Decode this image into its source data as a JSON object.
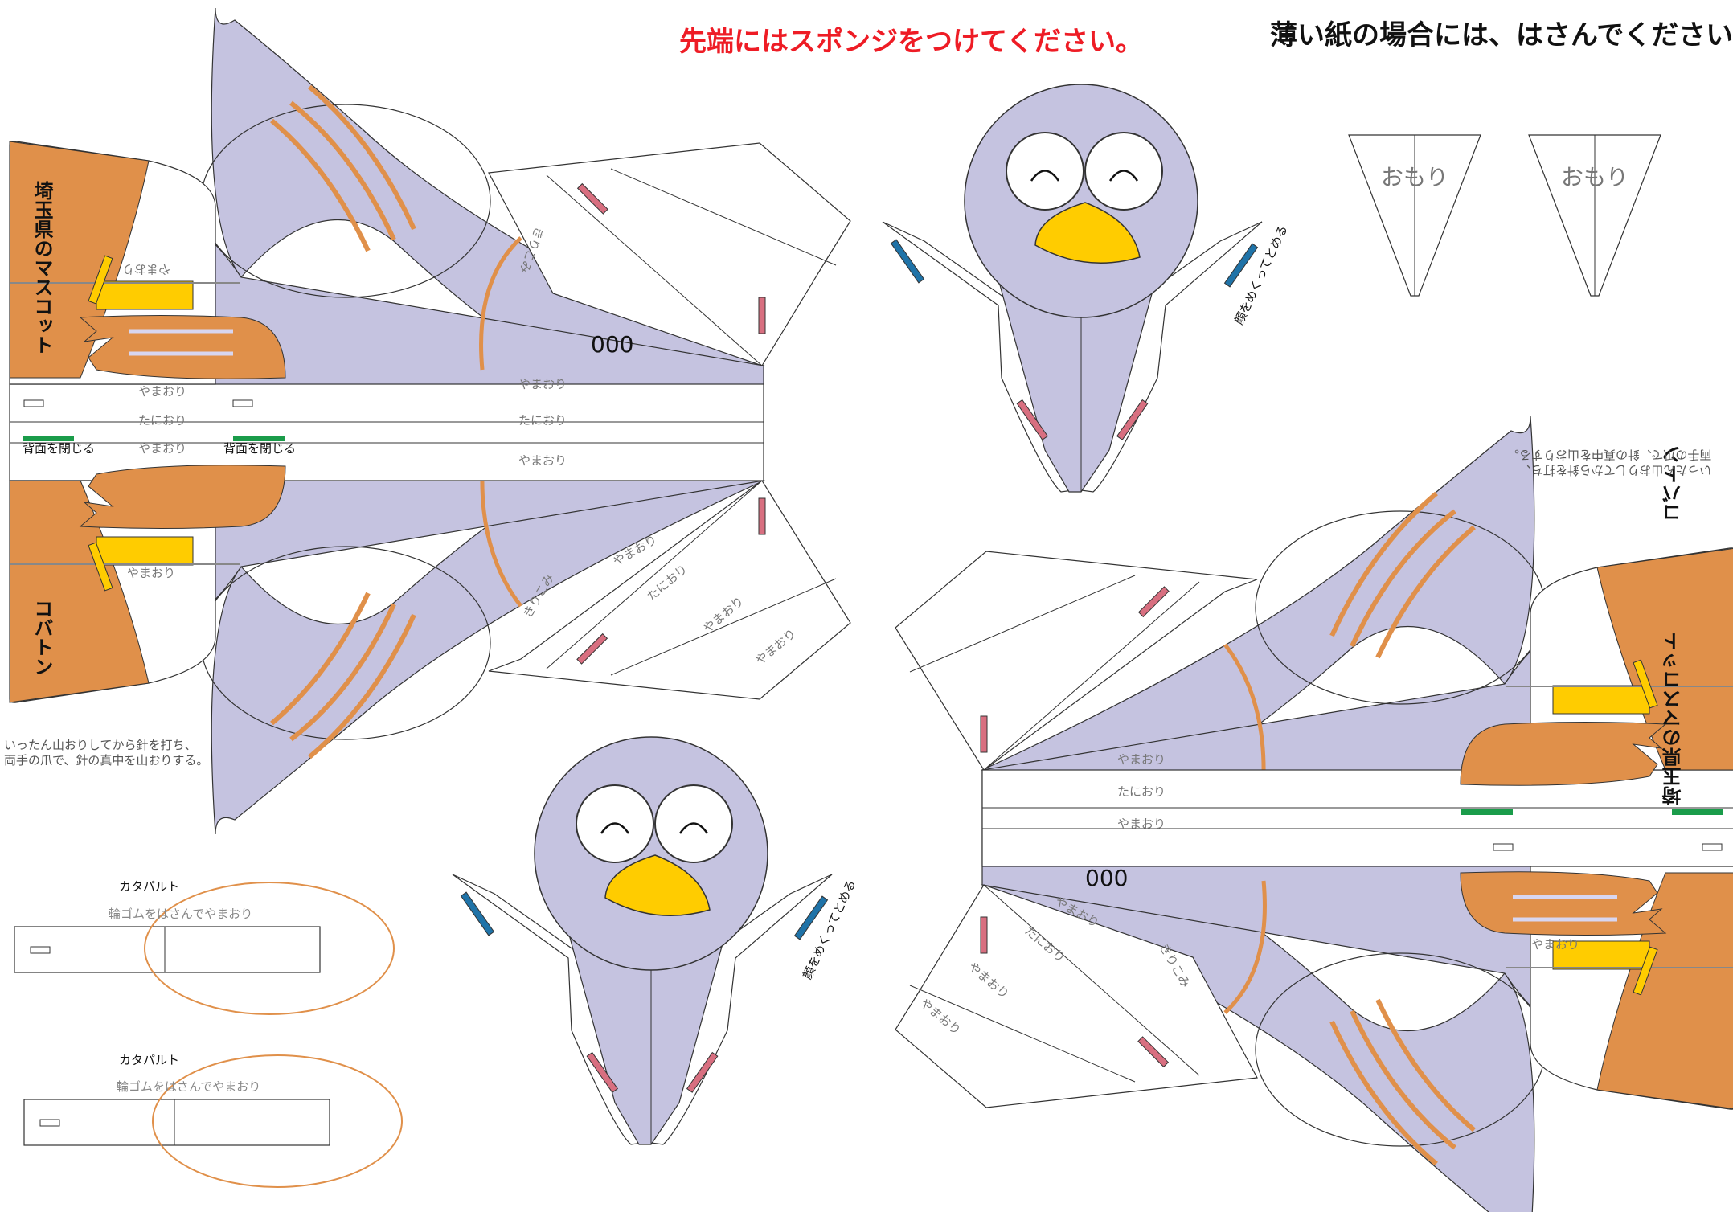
{
  "notes": {
    "sponge": "先端にはスポンジをつけてください。",
    "thin_paper": "薄い紙の場合には、はさんでください。",
    "pin_line1": "いったん山おりしてから針を打ち、",
    "pin_line2": "両手の爪で、針の真中を山おりする。"
  },
  "labels": {
    "mountain_fold": "やまおり",
    "valley_fold": "たにおり",
    "cut_in": "きりこみ",
    "close_back": "背面を閉じる",
    "weight": "おもり",
    "catapult": "カタパルト",
    "rubber_band": "輪ゴムをはさんでやまおり",
    "face_tuck": "顔をめくってとめる",
    "mascot": "埼玉県のマスコット",
    "name": "コバトン",
    "number": "000"
  },
  "colors": {
    "body": "#c5c3e0",
    "orange": "#e0904a",
    "yellow": "#ffcc00",
    "green": "#1a9c4a",
    "blue": "#1f73a8",
    "pink": "#d86f80",
    "red_note": "#ee1c25"
  }
}
